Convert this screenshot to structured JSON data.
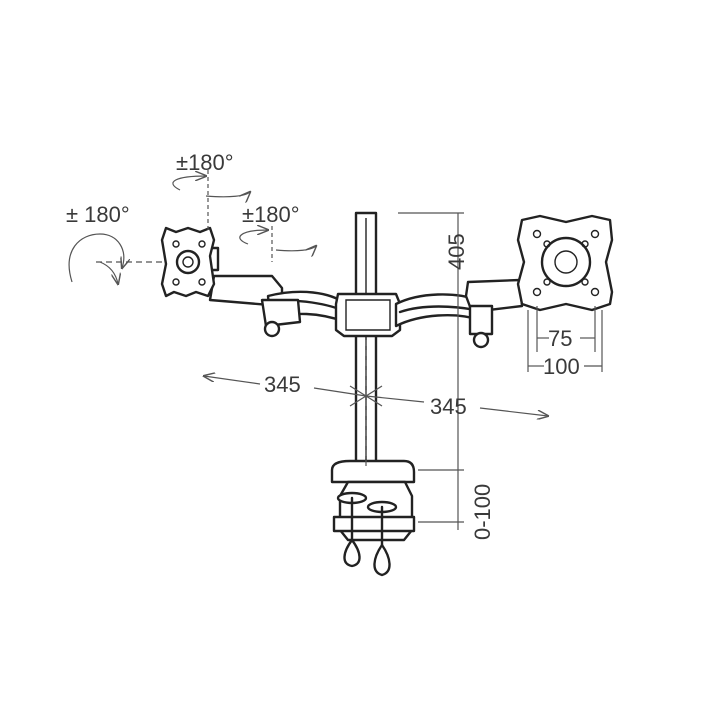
{
  "labels": {
    "rot_top": "±180°",
    "rot_left": "± 180°",
    "rot_mid": "±180°",
    "height": "405",
    "vesa_small": "75",
    "vesa_large": "100",
    "arm_left": "345",
    "arm_right": "345",
    "clamp": "0-100"
  }
}
